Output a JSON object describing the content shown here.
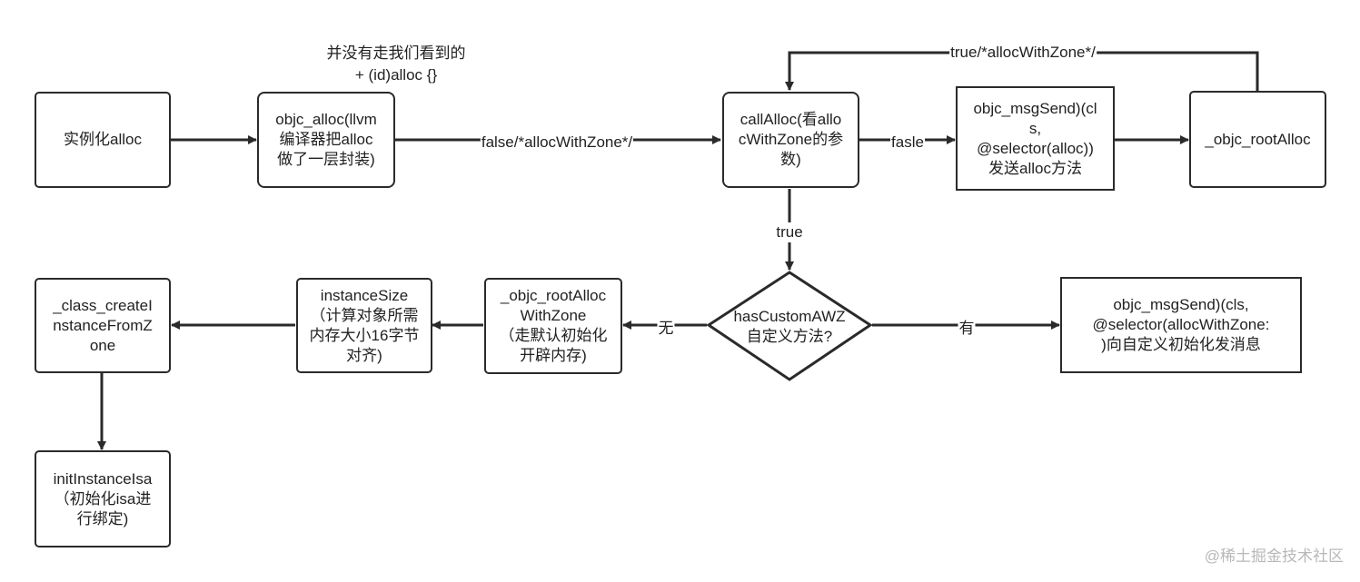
{
  "nodes": {
    "alloc": "实例化alloc",
    "objc_alloc": "objc_alloc(llvm编译器把alloc做了一层封装)",
    "callAlloc": "callAlloc(看allocWithZone的参数)",
    "msgSend_alloc": "objc_msgSend)(cls,\n@selector(alloc))发送alloc方法",
    "rootAlloc": "_objc_rootAlloc",
    "hasCustomAWZ": "hasCustomAWZ\n自定义方法?",
    "msgSend_zone": "objc_msgSend)(cls,\n@selector(allocWithZone:\n)向自定义初始化发消息",
    "rootAllocWithZone": "_objc_rootAllocWithZone\n（走默认初始化开辟内存)",
    "instanceSize": "instanceSize\n（计算对象所需内存大小16字节对齐)",
    "class_create": "_class_createInstanceFromZone",
    "initInstanceIsa": "initInstanceIsa\n（初始化isa进行绑定)"
  },
  "note": "并没有走我们看到的\n+ (id)alloc {}",
  "edge_labels": {
    "false_zone": "false/*allocWithZone*/",
    "true_zone": "true/*allocWithZone*/",
    "fasle": "fasle",
    "true": "true",
    "wu": "无",
    "you": "有"
  },
  "watermark": "@稀土掘金技术社区",
  "colors": {
    "stroke": "#2a2a2a",
    "text": "#222222",
    "watermark": "#b8b8b8"
  }
}
